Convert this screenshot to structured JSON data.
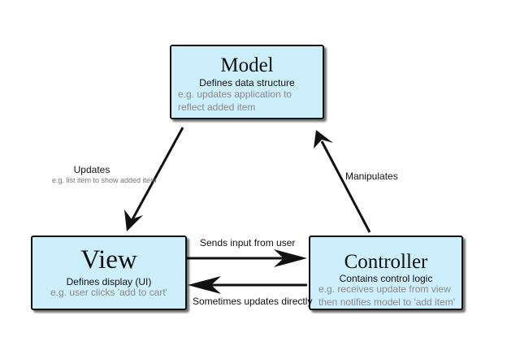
{
  "model": {
    "title": "Model",
    "subtitle": "Defines data structure",
    "example": "e.g. updates application to reflect added item"
  },
  "view": {
    "title": "View",
    "subtitle": "Defines display (UI)",
    "example": "e.g. user clicks 'add to cart'"
  },
  "controller": {
    "title": "Controller",
    "subtitle": "Contains control logic",
    "example": "e.g. receives update from view then notifies model to 'add item'"
  },
  "edges": {
    "model_to_view": {
      "label": "Updates",
      "example": "e.g. list item to show added item"
    },
    "controller_to_model": {
      "label": "Manipulates"
    },
    "view_to_controller": {
      "label": "Sends input from user"
    },
    "controller_to_view": {
      "label": "Sometimes updates directly"
    }
  },
  "colors": {
    "box_fill": "#cdeefb",
    "box_border": "#111111",
    "example_text": "#8a8a8a"
  }
}
